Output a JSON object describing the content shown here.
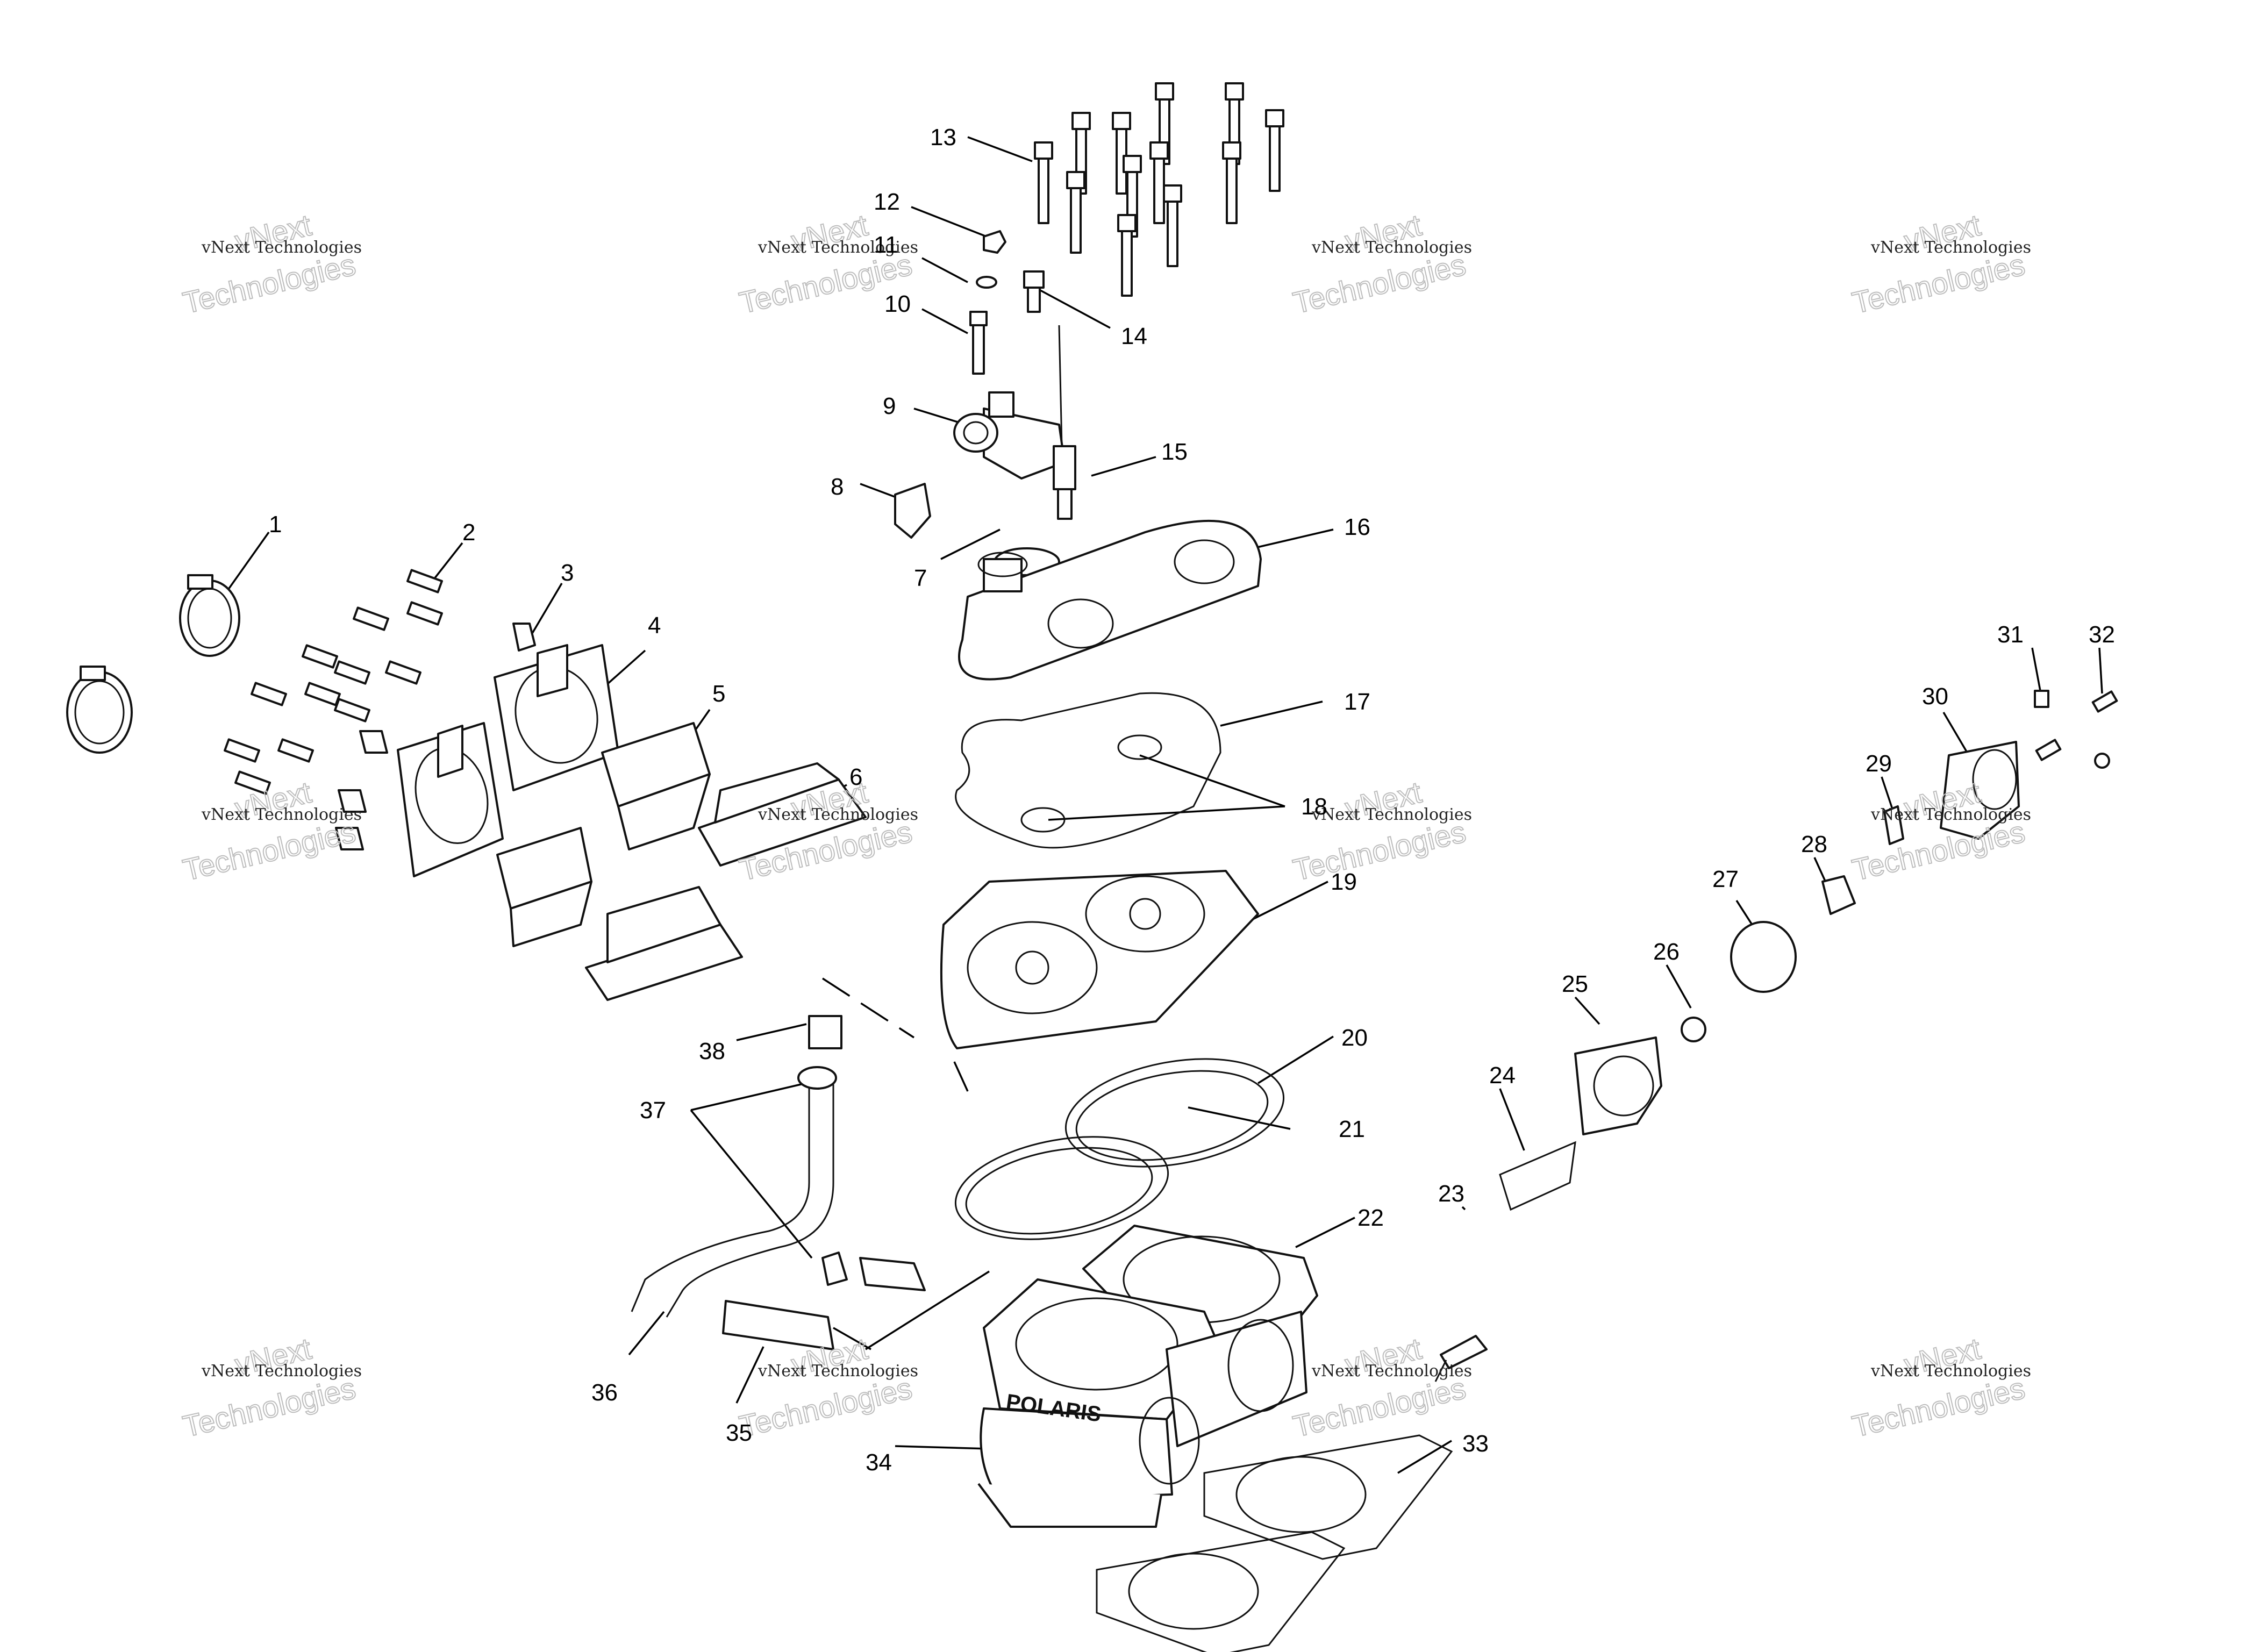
{
  "callouts": [
    "1",
    "2",
    "3",
    "4",
    "5",
    "6",
    "7",
    "8",
    "9",
    "10",
    "11",
    "12",
    "13",
    "14",
    "15",
    "16",
    "17",
    "18",
    "19",
    "20",
    "21",
    "22",
    "23",
    "24",
    "25",
    "26",
    "27",
    "28",
    "29",
    "30",
    "31",
    "32",
    "33",
    "34",
    "35",
    "36",
    "37",
    "38"
  ],
  "watermark": {
    "line1": "vNext Technologies",
    "line2": "vNext",
    "line3": "Technologies"
  },
  "housing_brand": "POLARIS"
}
